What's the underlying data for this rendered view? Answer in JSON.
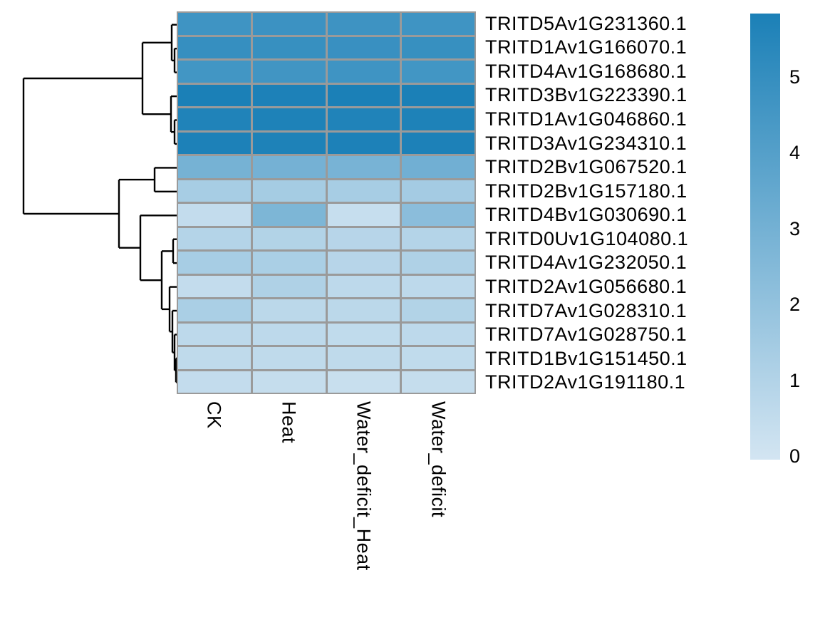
{
  "figure": {
    "background_color": "#ffffff",
    "text_color": "#000000",
    "dendrogram_color": "#000000"
  },
  "chart_data": {
    "type": "heatmap",
    "title": "",
    "xlabel": "",
    "ylabel": "",
    "columns": [
      "CK",
      "Heat",
      "Water_deficit_Heat",
      "Water_deficit"
    ],
    "rows": [
      "TRITD5Av1G231360.1",
      "TRITD1Av1G166070.1",
      "TRITD4Av1G168680.1",
      "TRITD3Bv1G223390.1",
      "TRITD1Av1G046860.1",
      "TRITD3Av1G234310.1",
      "TRITD2Bv1G067520.1",
      "TRITD2Bv1G157180.1",
      "TRITD4Bv1G030690.1",
      "TRITD0Uv1G104080.1",
      "TRITD4Av1G232050.1",
      "TRITD2Av1G056680.1",
      "TRITD7Av1G028310.1",
      "TRITD7Av1G028750.1",
      "TRITD1Bv1G151450.1",
      "TRITD2Av1G191180.1"
    ],
    "values": [
      [
        4.7,
        4.8,
        4.75,
        4.7
      ],
      [
        5.0,
        4.95,
        4.9,
        4.95
      ],
      [
        4.6,
        4.65,
        4.7,
        4.6
      ],
      [
        5.85,
        5.8,
        5.85,
        5.85
      ],
      [
        5.7,
        5.75,
        5.7,
        5.75
      ],
      [
        5.8,
        5.75,
        5.8,
        5.8
      ],
      [
        2.95,
        3.0,
        2.9,
        3.1
      ],
      [
        1.4,
        1.45,
        1.4,
        1.5
      ],
      [
        0.5,
        2.75,
        0.4,
        2.3
      ],
      [
        1.0,
        1.05,
        0.9,
        1.0
      ],
      [
        1.4,
        1.3,
        0.9,
        1.15
      ],
      [
        0.5,
        1.15,
        0.7,
        0.7
      ],
      [
        1.3,
        0.75,
        0.75,
        1.05
      ],
      [
        0.7,
        0.7,
        0.6,
        0.7
      ],
      [
        0.65,
        0.65,
        0.65,
        0.6
      ],
      [
        0.5,
        0.45,
        0.35,
        0.45
      ]
    ],
    "color_scale": {
      "min": 0,
      "max": 5.85,
      "min_color": "#d3e5f2",
      "max_color": "#1b80b7"
    },
    "grid_color": "#9a9a9a",
    "legend_position": "right",
    "legend_ticks": [
      {
        "label": "5",
        "value": 5
      },
      {
        "label": "4",
        "value": 4
      },
      {
        "label": "3",
        "value": 3
      },
      {
        "label": "2",
        "value": 2
      },
      {
        "label": "1",
        "value": 1
      },
      {
        "label": "0",
        "value": 0
      }
    ],
    "dendrogram": {
      "orientation": "left",
      "topology": "((1,(2,3)),(4,(5,6))) vs ((7,8),(9,((10,11),(12,(13,(14,(15,16)))))))",
      "segments": [
        [
          241,
          34.7,
          249,
          34.7
        ],
        [
          245,
          68.2,
          249,
          68.2
        ],
        [
          245,
          101.6,
          249,
          101.6
        ],
        [
          240,
          135.1,
          249,
          135.1
        ],
        [
          245,
          168.5,
          249,
          168.5
        ],
        [
          245,
          201.9,
          249,
          201.9
        ],
        [
          217,
          235.4,
          249,
          235.4
        ],
        [
          217,
          268.8,
          249,
          268.8
        ],
        [
          197,
          302.3,
          249,
          302.3
        ],
        [
          243,
          335.7,
          249,
          335.7
        ],
        [
          243,
          369.1,
          249,
          369.1
        ],
        [
          238,
          402.6,
          249,
          402.6
        ],
        [
          242,
          436,
          249,
          436
        ],
        [
          245,
          469.5,
          249,
          469.5
        ],
        [
          247,
          502.9,
          249,
          502.9
        ],
        [
          247,
          536.4,
          249,
          536.4
        ],
        [
          245,
          68.2,
          245,
          101.6
        ],
        [
          241,
          84.9,
          245,
          84.9
        ],
        [
          241,
          34.7,
          241,
          84.9
        ],
        [
          245,
          168.5,
          245,
          201.9
        ],
        [
          240,
          185.2,
          245,
          185.2
        ],
        [
          240,
          135.1,
          240,
          185.2
        ],
        [
          200,
          59.8,
          241,
          59.8
        ],
        [
          200,
          160.2,
          240,
          160.2
        ],
        [
          200,
          59.8,
          200,
          160.2
        ],
        [
          217,
          235.4,
          217,
          268.8
        ],
        [
          243,
          335.7,
          243,
          369.1
        ],
        [
          247,
          502.9,
          247,
          536.4
        ],
        [
          245,
          519.7,
          247,
          519.7
        ],
        [
          245,
          469.5,
          245,
          519.7
        ],
        [
          242,
          494.6,
          245,
          494.6
        ],
        [
          242,
          436,
          242,
          494.6
        ],
        [
          238,
          465.3,
          242,
          465.3
        ],
        [
          238,
          402.6,
          238,
          465.3
        ],
        [
          227,
          352.4,
          243,
          352.4
        ],
        [
          227,
          433.9,
          238,
          433.9
        ],
        [
          227,
          352.4,
          227,
          433.9
        ],
        [
          197,
          393.2,
          227,
          393.2
        ],
        [
          197,
          302.3,
          197,
          393.2
        ],
        [
          167,
          252.1,
          217,
          252.1
        ],
        [
          167,
          347.7,
          197,
          347.7
        ],
        [
          167,
          252.1,
          167,
          347.7
        ],
        [
          33,
          110,
          200,
          110
        ],
        [
          33,
          299.9,
          167,
          299.9
        ],
        [
          33,
          110,
          33,
          299.9
        ]
      ]
    }
  }
}
